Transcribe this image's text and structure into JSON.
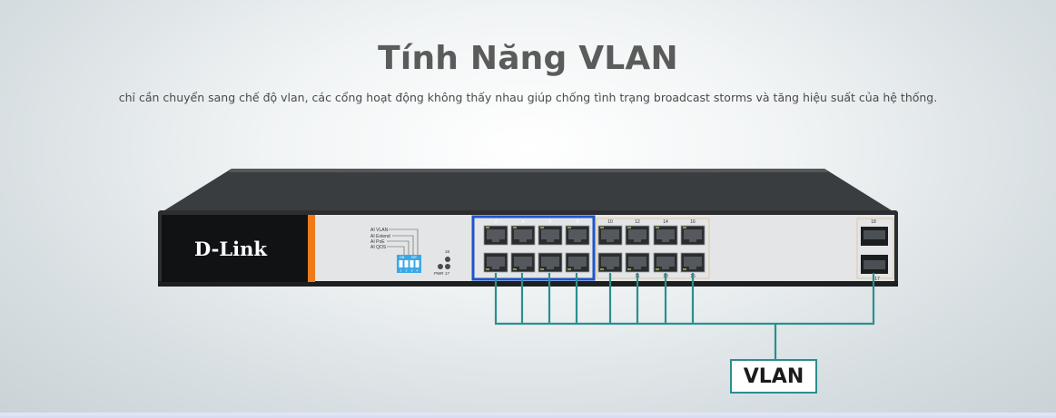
{
  "heading": {
    "title": "Tính Năng VLAN",
    "subtitle": "chỉ cần chuyển sang chế độ vlan, các cổng hoạt động không thấy nhau giúp chống tình trạng broadcast storms và tăng hiệu suất của hệ thống."
  },
  "device": {
    "brand": "D-Link",
    "dip_labels": [
      "AI VLAN",
      "AI Extend",
      "AI PoE",
      "AI QOS"
    ],
    "dip_switch_header": [
      "ON",
      "DIP"
    ],
    "dip_switch_numbers": [
      "1",
      "2",
      "3",
      "4"
    ],
    "led_labels": [
      "PWR",
      "17",
      "18"
    ],
    "port_numbers_top": [
      "2",
      "4",
      "6",
      "8",
      "10",
      "12",
      "14",
      "16"
    ],
    "port_numbers_bottom": [
      "1",
      "3",
      "5",
      "7",
      "9",
      "11",
      "13",
      "15"
    ],
    "sfp_top_label": "18",
    "sfp_bottom_label": "17"
  },
  "diagram": {
    "vlan_label": "VLAN",
    "line_color": "#2b8f8e",
    "vlan_group_color": "#1f55c9",
    "accent_orange": "#f07a1a"
  }
}
